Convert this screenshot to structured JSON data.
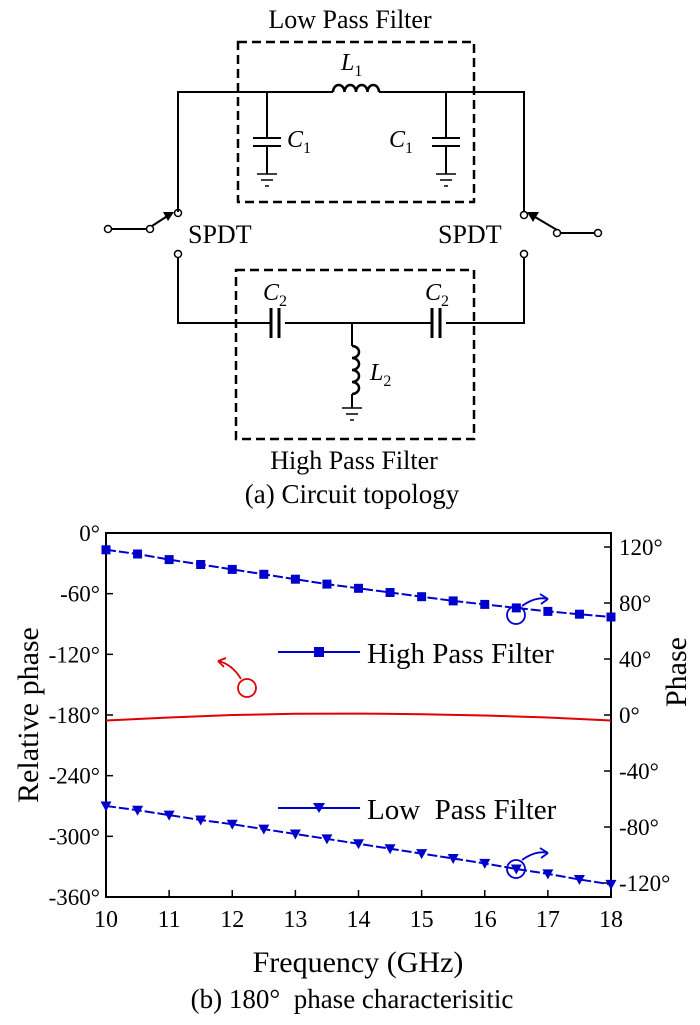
{
  "circuit": {
    "lpf_title": "Low Pass Filter",
    "hpf_title": "High Pass Filter",
    "spdt_left": "SPDT",
    "spdt_right": "SPDT",
    "components": {
      "L1": {
        "main": "L",
        "sub": "1"
      },
      "C1": {
        "main": "C",
        "sub": "1"
      },
      "C2": {
        "main": "C",
        "sub": "2"
      },
      "L2": {
        "main": "L",
        "sub": "2"
      }
    },
    "caption": "(a) Circuit topology"
  },
  "chart_data": {
    "type": "line",
    "caption": "(b) 180°  phase characterisitic",
    "xlabel": "Frequency (GHz)",
    "ylabel_left": "Relative phase",
    "ylabel_right": "Phase",
    "xlim": [
      10,
      18
    ],
    "ylim_left": [
      -360,
      0
    ],
    "ylim_right": [
      -130,
      130
    ],
    "x_ticks": [
      10,
      11,
      12,
      13,
      14,
      15,
      16,
      17,
      18
    ],
    "y_left_ticks": [
      "0°",
      "-60°",
      "-120°",
      "-180°",
      "-240°",
      "-300°",
      "-360°"
    ],
    "y_right_ticks": [
      "120°",
      "80°",
      "40°",
      "0°",
      "-40°",
      "-80°",
      "-120°"
    ],
    "series": [
      {
        "name": "High Pass Filter",
        "axis": "right",
        "color": "#0000cc",
        "marker": "square",
        "x": [
          10,
          10.5,
          11,
          11.5,
          12,
          12.5,
          13,
          13.5,
          14,
          14.5,
          15,
          15.5,
          16,
          16.5,
          17,
          17.5,
          18
        ],
        "y": [
          118,
          115,
          111,
          107.5,
          104,
          100.5,
          97,
          93.5,
          90.5,
          87.5,
          84.5,
          81.5,
          79,
          76.5,
          74,
          72,
          70
        ]
      },
      {
        "name": "Low  Pass Filter",
        "axis": "right",
        "color": "#0000cc",
        "marker": "triangle-down",
        "x": [
          10,
          10.5,
          11,
          11.5,
          12,
          12.5,
          13,
          13.5,
          14,
          14.5,
          15,
          15.5,
          16,
          16.5,
          17,
          17.5,
          18
        ],
        "y": [
          -65,
          -68,
          -71.5,
          -75,
          -78,
          -81.5,
          -85,
          -88.5,
          -92,
          -95.5,
          -99,
          -102.5,
          -106,
          -110,
          -113.5,
          -117.5,
          -121
        ]
      },
      {
        "name": "",
        "axis": "left",
        "color": "#e00000",
        "marker": "none",
        "x": [
          10,
          11,
          12,
          13,
          14,
          15,
          16,
          17,
          18
        ],
        "y": [
          -185.5,
          -182.5,
          -180,
          -178.8,
          -178.6,
          -179.2,
          -180.5,
          -182.5,
          -185.5
        ]
      }
    ],
    "grid": false
  }
}
